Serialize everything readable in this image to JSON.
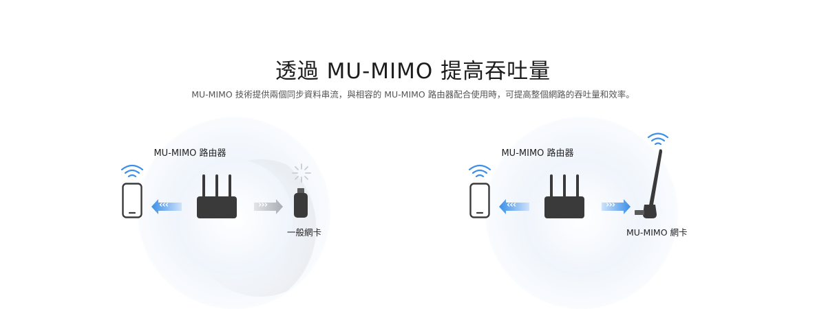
{
  "header": {
    "title": "透過 MU-MIMO 提高吞吐量",
    "subtitle": "MU-MIMO 技術提供兩個同步資料串流，與相容的 MU-MIMO 路由器配合使用時，可提高整個網路的吞吐量和效率。"
  },
  "comparison": {
    "left": {
      "router_label": "MU-MIMO 路由器",
      "adapter_label": "一般網卡",
      "arrow_left_glyph": "‹‹‹",
      "arrow_right_glyph": "›››"
    },
    "right": {
      "router_label": "MU-MIMO 路由器",
      "adapter_label": "MU-MIMO 網卡",
      "arrow_left_glyph": "‹‹‹",
      "arrow_right_glyph": "›››"
    }
  },
  "colors": {
    "accent_blue": "#3b8fe8",
    "device_dark": "#3a3a3a",
    "inactive_grey": "#b9bcc1"
  },
  "icons": [
    "wifi-icon",
    "smartphone-icon",
    "router-icon",
    "usb-adapter-icon",
    "antenna-usb-adapter-icon",
    "no-signal-icon"
  ]
}
